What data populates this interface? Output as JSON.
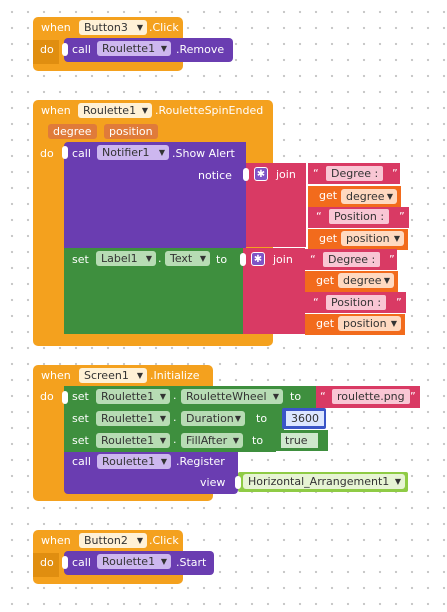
{
  "blocks": {
    "b1": {
      "when": "when",
      "component": "Button3",
      "event": ".Click",
      "do": "do",
      "call": "call",
      "target": "Roulette1",
      "method": ".Remove"
    },
    "b2": {
      "when": "when",
      "component": "Roulette1",
      "event": ".RouletteSpinEnded",
      "do": "do",
      "params": [
        "degree",
        "position"
      ],
      "call": "call",
      "notifier": "Notifier1",
      "method": ".Show Alert",
      "notice": "notice",
      "join": "join",
      "deg_str": "Degree : ",
      "pos_str": "Position : ",
      "get": "get",
      "degree": "degree",
      "position": "position",
      "set": "set",
      "label": "Label1",
      "prop": "Text",
      "to": "to"
    },
    "b3": {
      "when": "when",
      "component": "Screen1",
      "event": ".Initialize",
      "do": "do",
      "set": "set",
      "to": "to",
      "call": "call",
      "target": "Roulette1",
      "p1": "RouletteWheel",
      "v1": "roulette.png",
      "p2": "Duration",
      "v2": "3600",
      "p3": "FillAfter",
      "v3": "true",
      "method": ".Register",
      "view": "view",
      "view_value": "Horizontal_Arrangement1"
    },
    "b4": {
      "when": "when",
      "component": "Button2",
      "event": ".Click",
      "do": "do",
      "call": "call",
      "target": "Roulette1",
      "method": ".Start"
    }
  },
  "colors": {
    "event": "#f4a11e",
    "procedure": "#6a3db1",
    "component_setter": "#3e8f3e",
    "text": "#d93a64",
    "variable": "#f26b1c"
  },
  "icons": {
    "mutator": "gear-icon",
    "dropdown": "dropdown-arrow-icon"
  }
}
